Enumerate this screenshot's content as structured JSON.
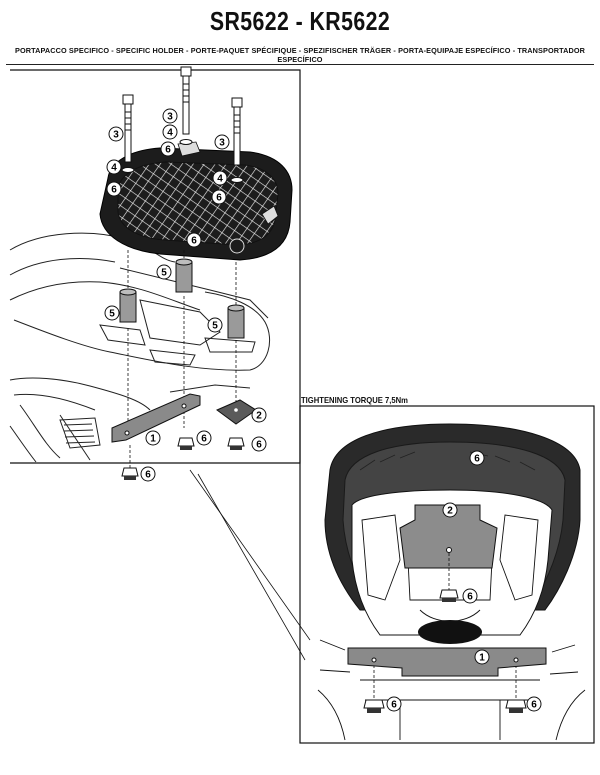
{
  "header": {
    "title": "SR5622 - KR5622",
    "subtitle": "PORTAPACCO SPECIFICO - SPECIFIC HOLDER - PORTE-PAQUET SPÉCIFIQUE - SPEZIFISCHER TRÄGER - PORTA-EQUIPAJE ESPECÍFICO - TRANSPORTADOR ESPECÍFICO"
  },
  "detail_panel": {
    "torque_label": "TIGHTENING TORQUE 7,5Nm"
  },
  "part_callouts": {
    "one": "1",
    "two": "2",
    "three": "3",
    "four": "4",
    "five": "5",
    "six": "6"
  },
  "colors": {
    "line": "#111111",
    "rack_fill": "#1c1c1c",
    "plate_fill": "#8a8a8a",
    "spacer_fill": "#9a9a9a",
    "shadow_fill": "#3a3a3a"
  }
}
